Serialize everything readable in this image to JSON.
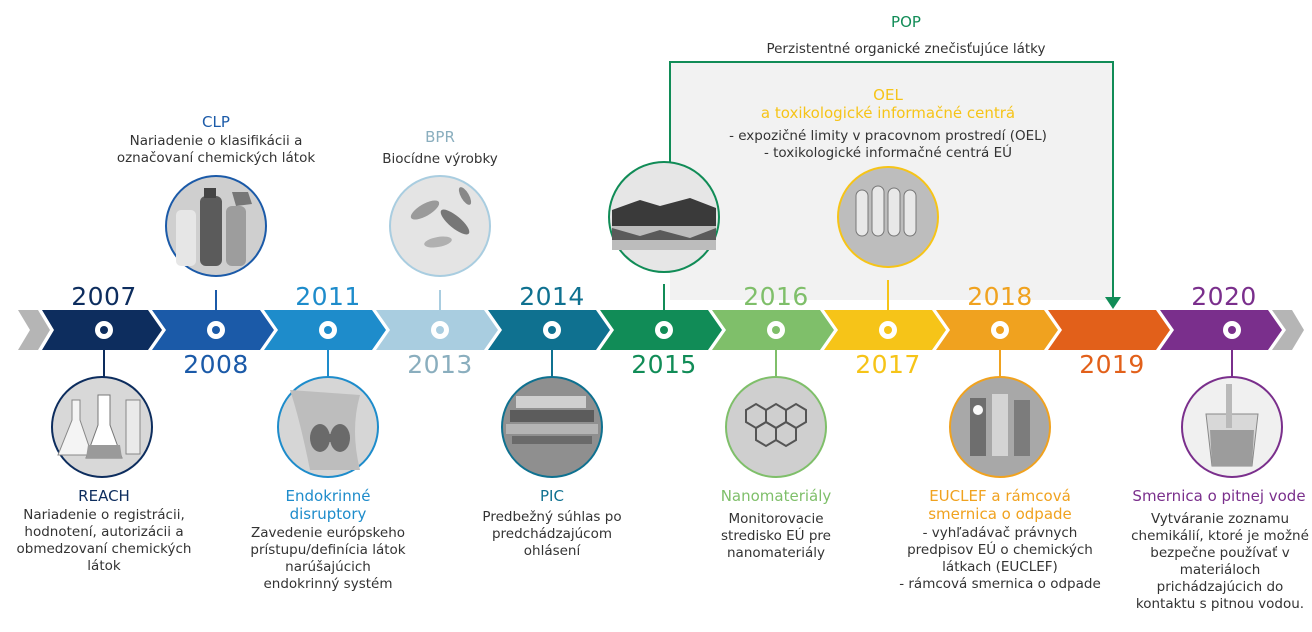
{
  "colors": {
    "reach": "#0d2d5e",
    "clp": "#1b5aa8",
    "endo": "#1e8ccb",
    "bpr": "#a9cde0",
    "pic": "#0f7190",
    "pop": "#118c57",
    "nano": "#7fbf6a",
    "oel": "#f6c418",
    "euclef": "#f0a21f",
    "y2019": "#e2601a",
    "water": "#7a2f8c",
    "grey": "#b5b5b5"
  },
  "years": {
    "y2007": "2007",
    "y2008": "2008",
    "y2011": "2011",
    "y2013": "2013",
    "y2014": "2014",
    "y2015": "2015",
    "y2016": "2016",
    "y2017": "2017",
    "y2018": "2018",
    "y2019": "2019",
    "y2020": "2020"
  },
  "events": {
    "reach": {
      "title": "REACH",
      "desc": [
        "Nariadenie o registrácii,",
        "hodnotení, autorizácii a",
        "obmedzovaní chemických",
        "látok"
      ],
      "image": "lab-flasks-icon"
    },
    "clp": {
      "title": "CLP",
      "desc": [
        "Nariadenie o klasifikácii a",
        "označovaní chemických látok"
      ],
      "image": "cleaning-bottles-icon"
    },
    "endocrine": {
      "title": [
        "Endokrinné",
        "disruptory"
      ],
      "desc": [
        "Zavedenie európskeho",
        "prístupu/definícia látok",
        "narúšajúcich",
        "endokrinný systém"
      ],
      "image": "thyroid-icon"
    },
    "bpr": {
      "title": "BPR",
      "desc": [
        "Biocídne výrobky"
      ],
      "image": "bacteria-icon"
    },
    "pic": {
      "title": "PIC",
      "desc": [
        "Predbežný súhlas po",
        "predchádzajúcom",
        "ohlásení"
      ],
      "image": "harbour-icon"
    },
    "pop": {
      "title": "POP",
      "desc": [
        "Perzistentné organické znečisťujúce látky"
      ],
      "image": "lake-landscape-icon"
    },
    "nano": {
      "title": "Nanomateriály",
      "desc": [
        "Monitorovacie",
        "stredisko EÚ pre",
        "nanomateriály"
      ],
      "image": "graphene-icon"
    },
    "oel": {
      "title": [
        "OEL",
        "a toxikologické informačné centrá"
      ],
      "desc": [
        "- expozičné limity v pracovnom prostredí (OEL)",
        "- toxikologické informačné centrá EÚ"
      ],
      "image": "lab-samples-icon"
    },
    "euclef": {
      "title": [
        "EUCLEF a rámcová",
        "smernica o odpade"
      ],
      "desc": [
        "- vyhľadávač právnych",
        "predpisov EÚ o chemických",
        "látkach (EUCLEF)",
        "- rámcová smernica o odpade"
      ],
      "image": "waste-recycling-icon"
    },
    "water": {
      "title": "Smernica o pitnej vode",
      "desc": [
        "Vytváranie zoznamu",
        "chemikálií, ktoré je možné",
        "bezpečne používať v",
        "materiáloch",
        "prichádzajúcich do",
        "kontaktu s pitnou vodou."
      ],
      "image": "water-glass-icon"
    }
  }
}
